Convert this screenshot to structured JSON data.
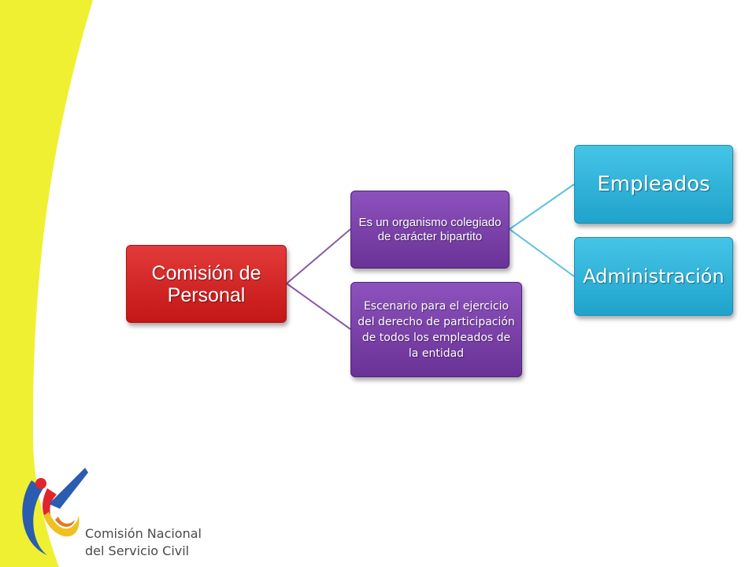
{
  "colors": {
    "background": "#ffffff",
    "yellow_band": "#f0f032",
    "root_fill": "#d42222",
    "mid_fill": "#7a3fa8",
    "leaf_fill": "#2fb3d8",
    "connector_purple": "#8a5aa8",
    "connector_blue": "#5cc0dc"
  },
  "diagram": {
    "root": {
      "label": "Comisión de Personal"
    },
    "children": [
      {
        "label": "Es un organismo colegiado de carácter bipartito",
        "children": [
          {
            "label": "Empleados"
          },
          {
            "label": "Administración"
          }
        ]
      },
      {
        "label": "Escenario para el ejercicio del derecho de participación de todos los empleados de la entidad",
        "children": []
      }
    ]
  },
  "logo": {
    "line1": "Comisión Nacional",
    "line2": "del Servicio Civil"
  }
}
